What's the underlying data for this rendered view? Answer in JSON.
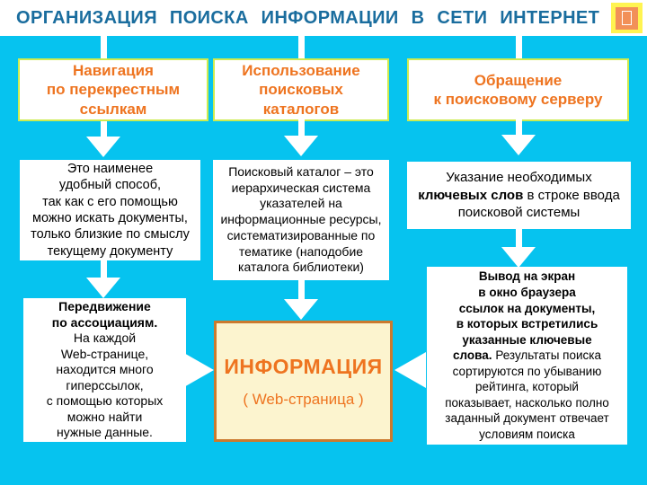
{
  "colors": {
    "bg": "#06C3EF",
    "title": "#1A6D9E",
    "accent-orange": "#EE7420",
    "box-border": "#CDEB4F",
    "cream": "#FCF4CF",
    "cream-border": "#CB7A2E",
    "icon-yellow": "#FFF451",
    "icon-orange": "#F29058"
  },
  "header": {
    "title": "ОРГАНИЗАЦИЯ ПОИСКА ИНФОРМАЦИИ В СЕТИ ИНТЕРНЕТ",
    "corner_icon": "placeholder-icon"
  },
  "top_boxes": [
    {
      "label": "Навигация\nпо перекрестным\nссылкам"
    },
    {
      "label": "Использование\nпоисковых\nкаталогов"
    },
    {
      "label": "Обращение\nк поисковому серверу"
    }
  ],
  "mid_boxes": {
    "crosslinks": {
      "text": "Это наименее\nудобный способ,\nтак как с его помощью\nможно искать документы,\nтолько близкие по смыслу\nтекущему документу"
    },
    "catalog": {
      "text": "Поисковый каталог – это\nиерархическая система\nуказателей на\nинформационные ресурсы,\nсистематизированные по\nтематике (наподобие\nкаталога библиотеки)"
    },
    "server": {
      "pre": "Указание необходимых\n",
      "bold": "ключевых слов",
      "post": " в строке ввода\nпоисковой системы"
    }
  },
  "bottom_boxes": {
    "associations": {
      "bold": "Передвижение\nпо ассоциациям.\n",
      "text": "На каждой\nWeb-странице,\nнаходится много\nгиперссылок,\nс помощью которых\nможно найти\nнужные данные."
    },
    "information": {
      "title": "ИНФОРМАЦИЯ",
      "subtitle": "( Web-страница )"
    },
    "results": {
      "bold": "Вывод на экран\nв окно браузера\nссылок на документы,\nв которых встретились\nуказанные ключевые\nслова.",
      "text": " Результаты поиска\nсортируются по убыванию\nрейтинга, который\nпоказывает, насколько полно\nзаданный документ отвечает\nусловиям поиска"
    }
  }
}
